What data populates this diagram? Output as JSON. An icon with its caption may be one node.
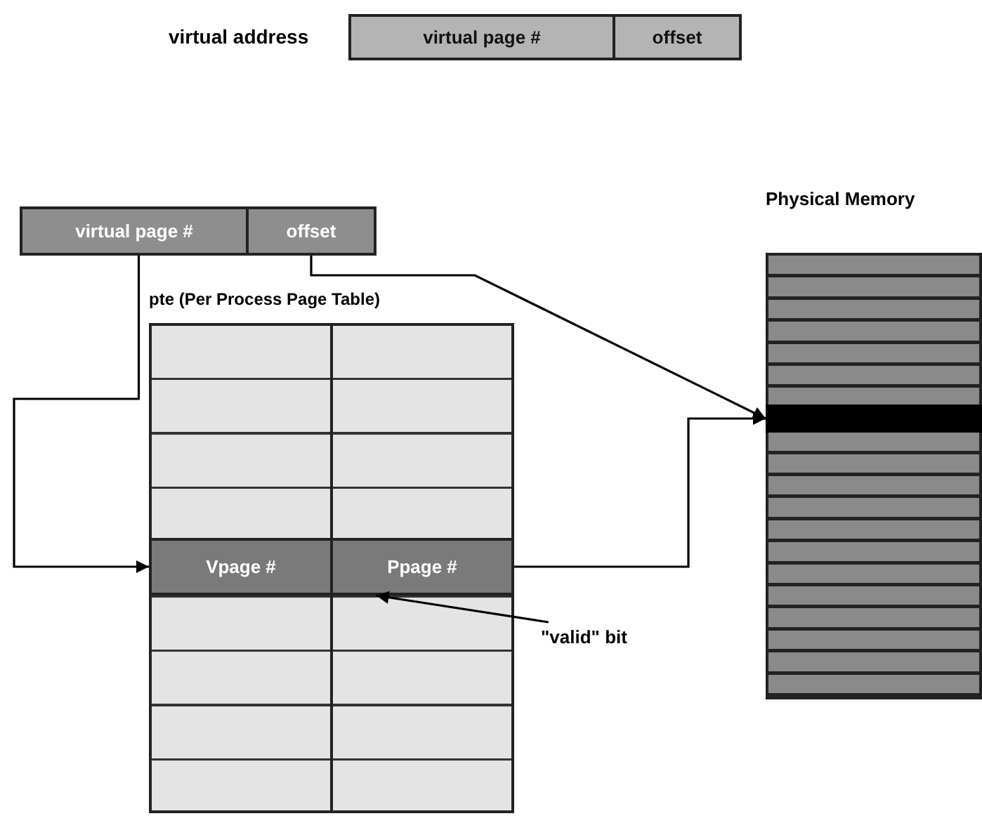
{
  "diagram": {
    "nodes": [
      {
        "text": [
          "virtual page #"
        ]
      },
      {
        "text": [
          "offset"
        ]
      },
      {
        "text": [
          "virtual page #"
        ]
      },
      {
        "text": [
          "offset"
        ]
      },
      {
        "text": [
          "pte (Per Process Page Table)"
        ]
      },
      {
        "text": [
          "Vpage #"
        ],
        "in": 4
      },
      {
        "text": [
          "Ppage #"
        ],
        "in": 4
      },
      {
        "text": [
          "Physical Memory"
        ]
      },
      {
        "text": [],
        "shape": "bar",
        "in": 7
      },
      {
        "text": [
          "\"valid\" bit"
        ]
      }
    ],
    "edges": [
      {
        "from": 2,
        "to": 5,
        "arrow": "to"
      },
      {
        "from": 3,
        "to": 8,
        "arrow": "to"
      },
      {
        "from": 6,
        "to": 8,
        "arrow": "to"
      },
      {
        "from": 9,
        "to": 6,
        "arrow": "to"
      }
    ],
    "labels": [
      "virtual address"
    ]
  }
}
